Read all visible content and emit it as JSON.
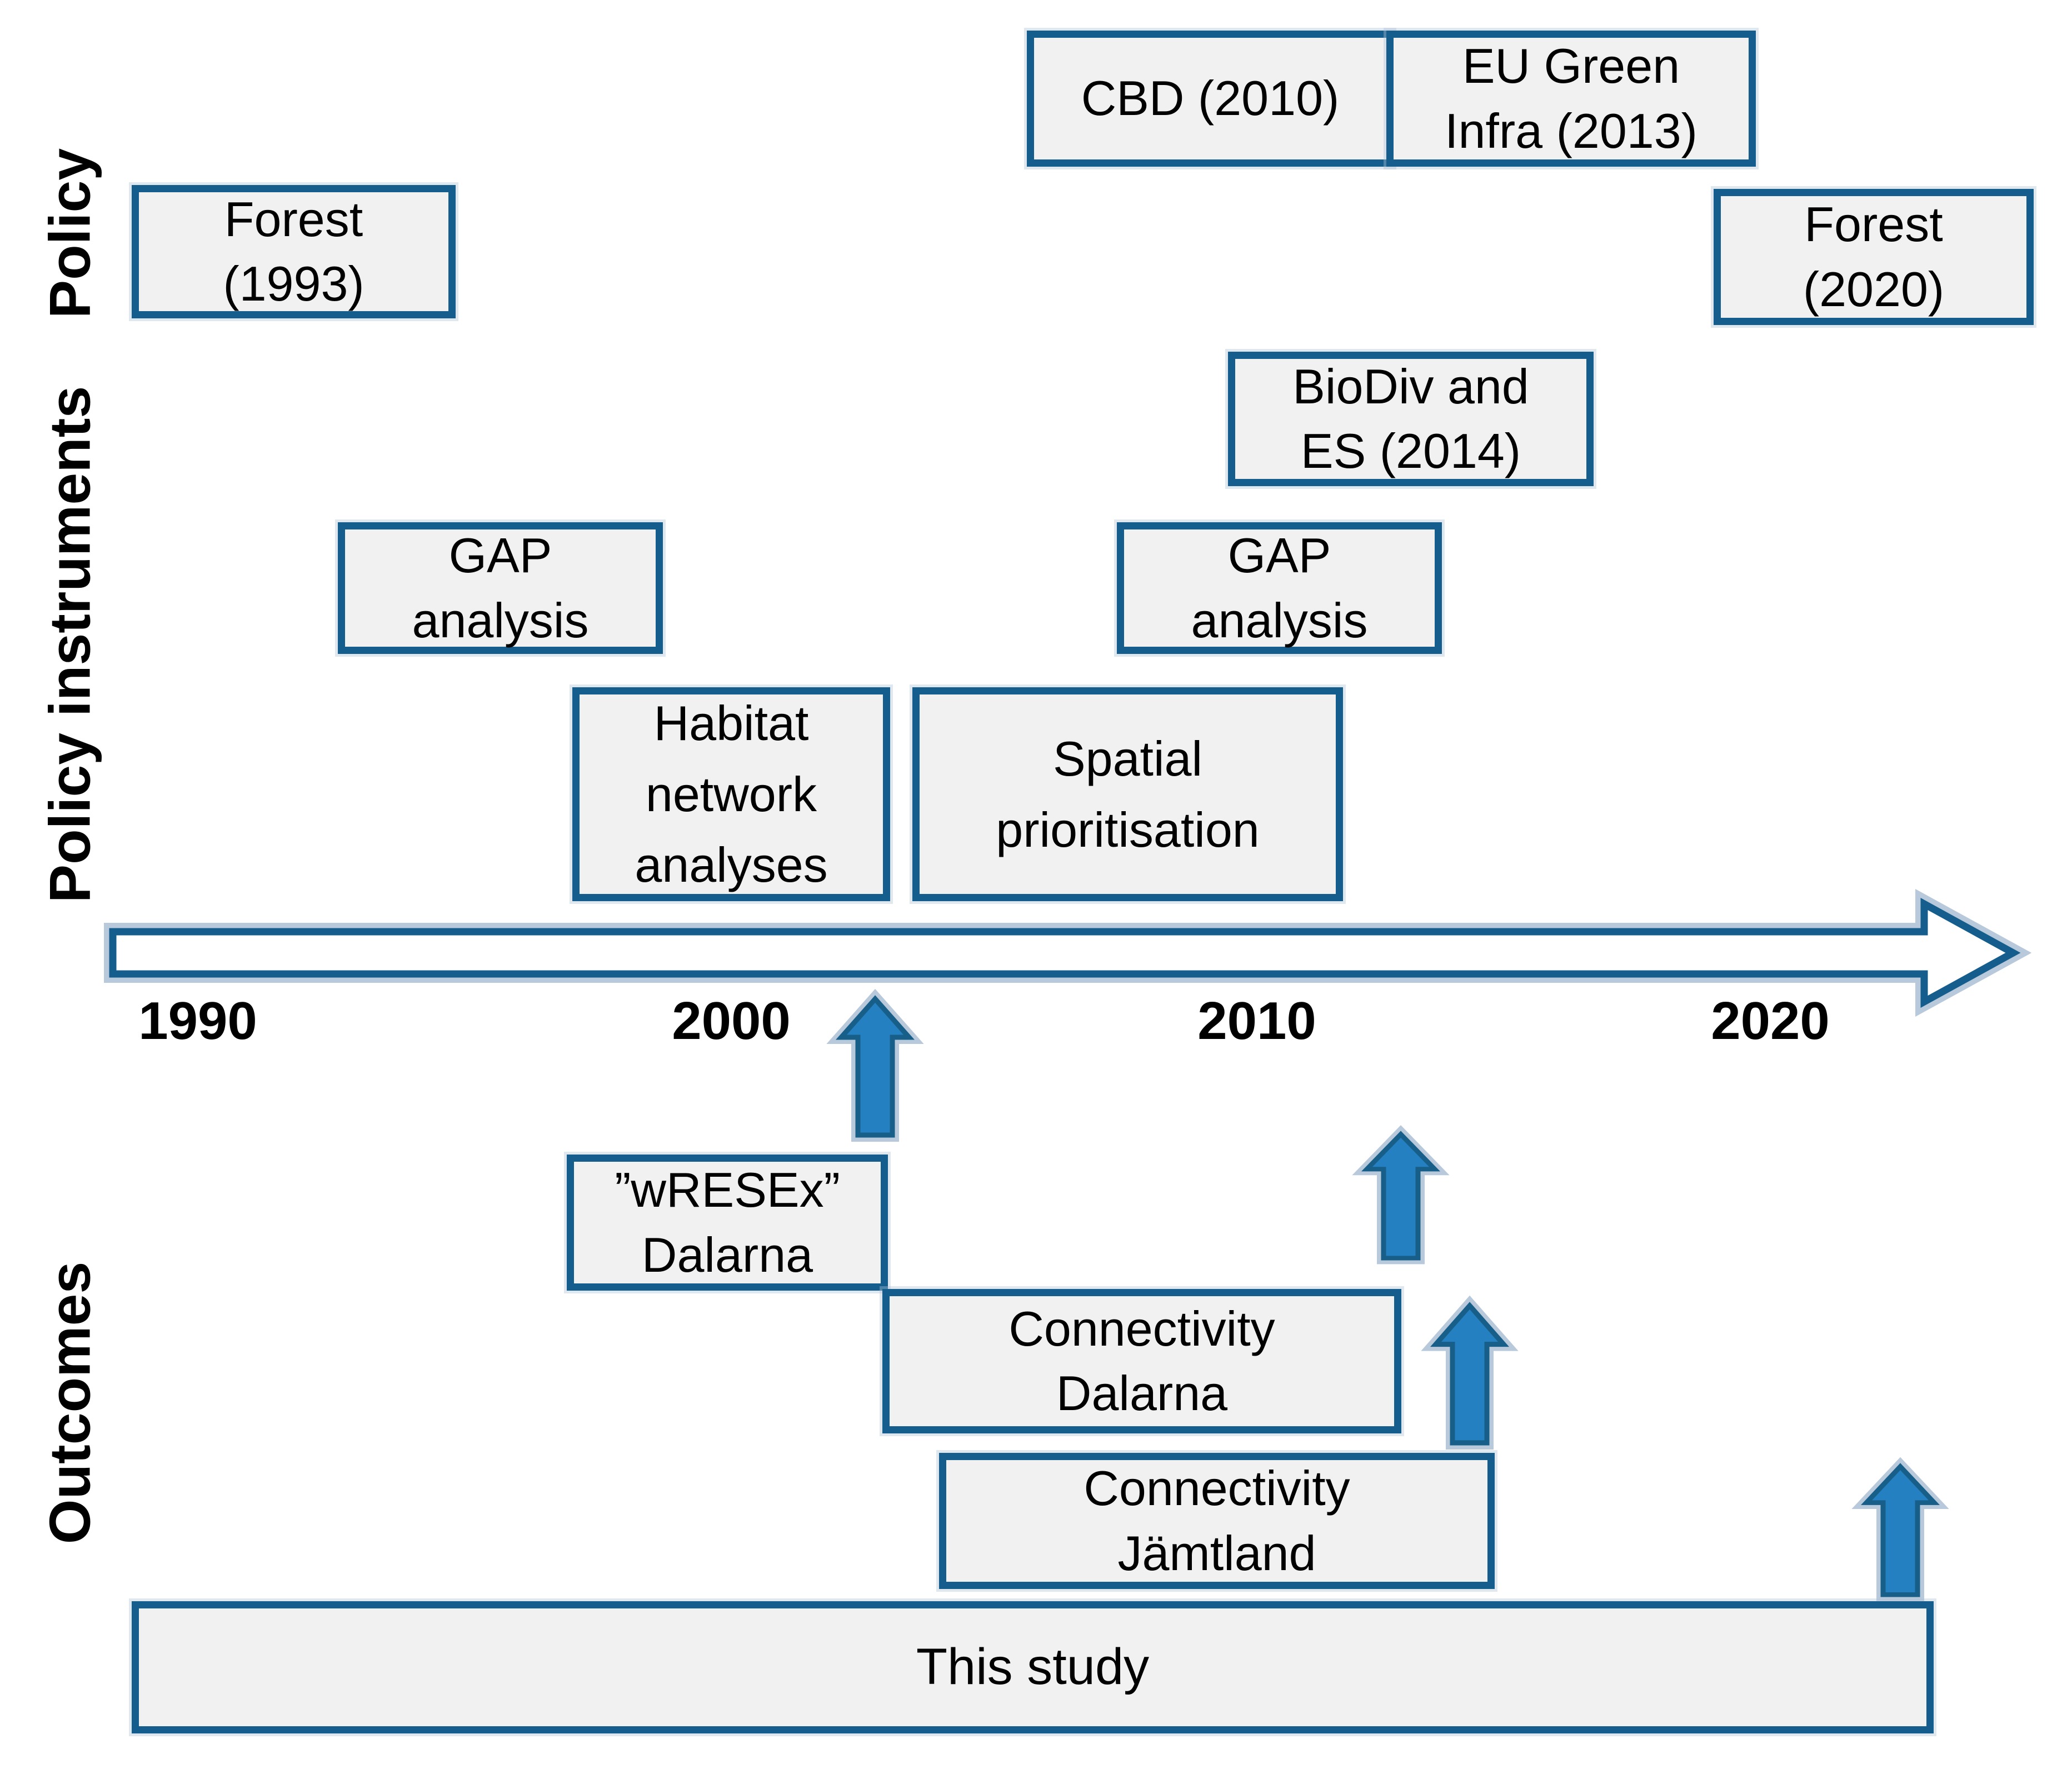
{
  "colors": {
    "box_border": "#155d8c",
    "box_fill": "#f1f1f2",
    "arrow_fill": "#2480c0",
    "arrow_border": "#175e88",
    "halo": "#b7c9da",
    "text": "#000000"
  },
  "row_labels": {
    "policy": "Policy",
    "policy_instruments": "Policy instruments",
    "outcomes": "Outcomes"
  },
  "timeline": {
    "years": [
      "1990",
      "2000",
      "2010",
      "2020"
    ]
  },
  "boxes": {
    "forest_1993": {
      "lines": [
        "Forest",
        "(1993)"
      ]
    },
    "cbd_2010": {
      "lines": [
        "CBD (2010)"
      ]
    },
    "eu_green_infra_2013": {
      "lines": [
        "EU Green",
        "Infra (2013)"
      ]
    },
    "forest_2020": {
      "lines": [
        "Forest",
        "(2020)"
      ]
    },
    "biodiv_es_2014": {
      "lines": [
        "BioDiv and",
        "ES (2014)"
      ]
    },
    "gap_analysis_early": {
      "lines": [
        "GAP",
        "analysis"
      ]
    },
    "gap_analysis_late": {
      "lines": [
        "GAP",
        "analysis"
      ]
    },
    "habitat_network_analyses": {
      "lines": [
        "Habitat",
        "network",
        "analyses"
      ]
    },
    "spatial_prioritisation": {
      "lines": [
        "Spatial",
        "prioritisation"
      ]
    },
    "wresex_dalarna": {
      "lines": [
        "”wRESEx”",
        "Dalarna"
      ]
    },
    "connectivity_dalarna": {
      "lines": [
        "Connectivity",
        "Dalarna"
      ]
    },
    "connectivity_jamtland": {
      "lines": [
        "Connectivity",
        "Jämtland"
      ]
    },
    "this_study": {
      "lines": [
        "This study"
      ]
    }
  }
}
